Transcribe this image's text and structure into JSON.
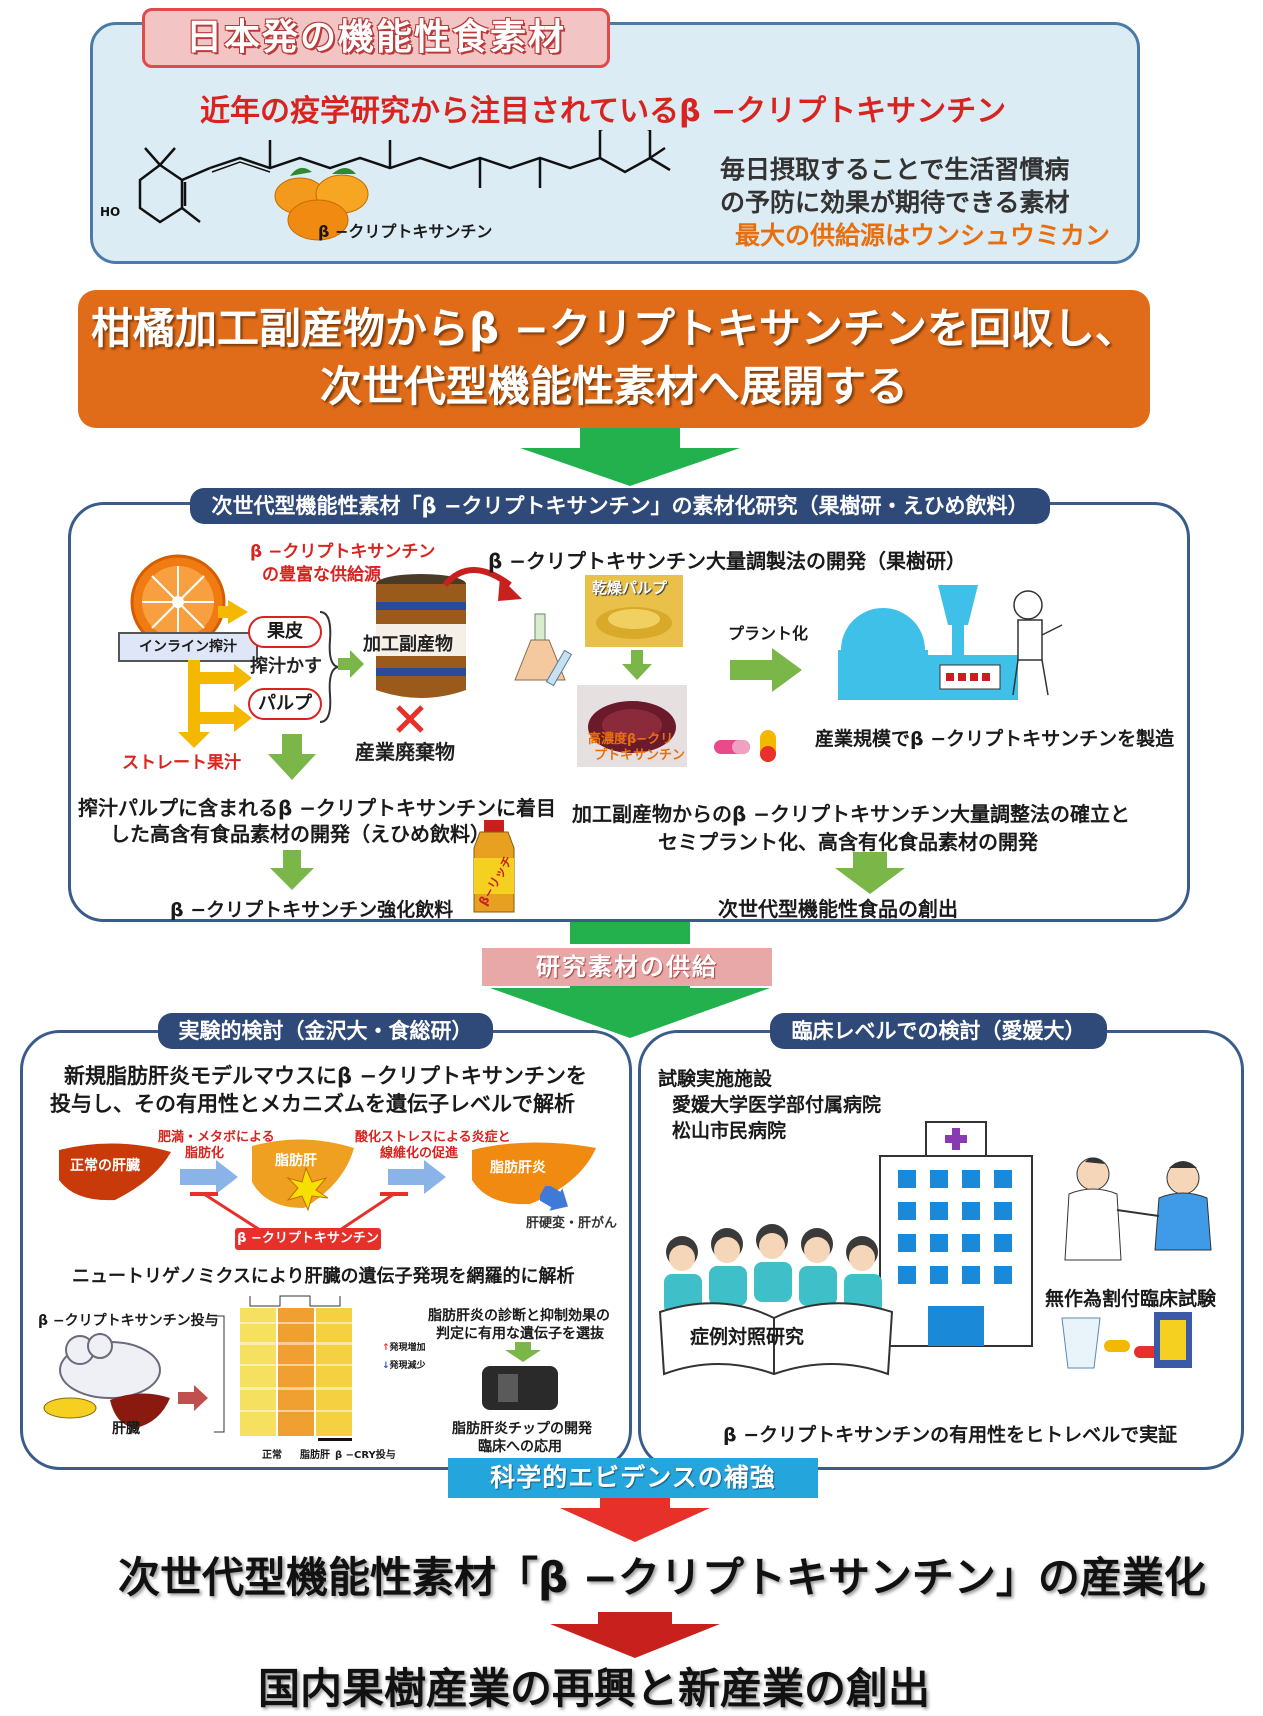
{
  "top": {
    "tab": "日本発の機能性食素材",
    "headline": "近年の疫学研究から注目されているβ −クリプトキサンチン",
    "molecule_label": "β −クリプトキサンチン",
    "ho_label": "HO",
    "desc_line1": "毎日摂取することで生活習慣病",
    "desc_line2": "の予防に効果が期待できる素材",
    "desc_line3": "最大の供給源はウンシュウミカン"
  },
  "banner": {
    "line1": "柑橘加工副産物からβ −クリプトキサンチンを回収し、",
    "line2": "次世代型機能性素材へ展開する"
  },
  "research": {
    "tab": "次世代型機能性素材「β −クリプトキサンチン」の素材化研究（果樹研・えひめ飲料）",
    "source_line1": "β −クリプトキサンチン",
    "source_line2": "の豊富な供給源",
    "inline": "インライン搾汁",
    "peel": "果皮",
    "press_cake": "搾汁かす",
    "pulp": "パルプ",
    "straight_juice": "ストレート果汁",
    "byproduct": "加工副産物",
    "waste": "産業廃棄物",
    "method_title": "β −クリプトキサンチン大量調製法の開発（果樹研）",
    "dried_pulp": "乾燥パルプ",
    "concentrate_line1": "高濃度β−クリ",
    "concentrate_line2": "プトキサンチン",
    "plant": "プラント化",
    "industrial": "産業規模でβ −クリプトキサンチンを製造",
    "ehime_line1": "搾汁パルプに含まれるβ −クリプトキサンチンに着目",
    "ehime_line2": "した高含有食品素材の開発（えひめ飲料）",
    "drink": "β −クリプトキサンチン強化飲料",
    "bottle_label": "β−リッチ",
    "method_result_line1": "加工副産物からのβ −クリプトキサンチン大量調整法の確立と",
    "method_result_line2": "セミプラント化、高含有化食品素材の開発",
    "food": "次世代型機能性食品の創出"
  },
  "supply": "研究素材の供給",
  "experiment": {
    "tab": "実験的検討（金沢大・食総研）",
    "line1": "新規脂肪肝炎モデルマウスにβ −クリプトキサンチンを",
    "line2": "投与し、その有用性とメカニズムを遺伝子レベルで解析",
    "normal_liver": "正常の肝臓",
    "arrow1_line1": "肥満・メタボによる",
    "arrow1_line2": "脂肪化",
    "fatty_liver": "脂肪肝",
    "arrow2_line1": "酸化ストレスによる炎症と",
    "arrow2_line2": "線維化の促進",
    "nash": "脂肪肝炎",
    "cirrhosis": "肝硬変・肝がん",
    "bcry": "β −クリプトキサンチン",
    "nutri": "ニュートリゲノミクスにより肝臓の遺伝子発現を網羅的に解析",
    "dose": "β −クリプトキサンチン投与",
    "liver": "肝臓",
    "select_line1": "脂肪肝炎の診断と抑制効果の",
    "select_line2": "判定に有用な遺伝子を選抜",
    "up": "発現増加",
    "down": "発現減少",
    "chip_line1": "脂肪肝炎チップの開発",
    "chip_line2": "臨床への応用",
    "col_normal": "正常",
    "col_fatty": "脂肪肝",
    "col_cry": "β −CRY投与"
  },
  "clinical": {
    "tab": "臨床レベルでの検討（愛媛大）",
    "facility": "試験実施施設",
    "hospital1": "愛媛大学医学部付属病院",
    "hospital2": "松山市民病院",
    "case_control": "症例対照研究",
    "rct": "無作為割付臨床試験",
    "proof": "β −クリプトキサンチンの有用性をヒトレベルで実証"
  },
  "evidence": "科学的エビデンスの補強",
  "industrialization": "次世代型機能性素材「β −クリプトキサンチン」の産業化",
  "revival": "国内果樹産業の再興と新産業の創出",
  "colors": {
    "navy": "#2f4a78",
    "orange": "#e06c1a",
    "green_arrow": "#22b14c",
    "red_arrow": "#e8302a",
    "light_blue": "#dcecf5"
  }
}
